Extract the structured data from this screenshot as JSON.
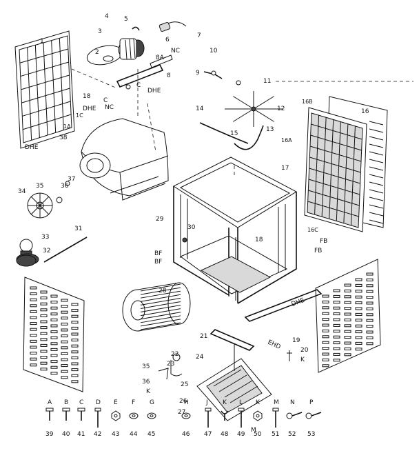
{
  "diagram": {
    "part_numbers": [
      "1",
      "1A",
      "1C",
      "2",
      "3",
      "4",
      "5",
      "6",
      "7",
      "8",
      "8A",
      "9",
      "10",
      "11",
      "12",
      "13",
      "14",
      "15",
      "16",
      "16A",
      "16B",
      "16C",
      "17",
      "18",
      "19",
      "20",
      "21",
      "22",
      "23",
      "24",
      "25",
      "26",
      "27",
      "28",
      "29",
      "30",
      "31",
      "32",
      "33",
      "34",
      "35",
      "36",
      "37",
      "38",
      "39",
      "40",
      "41",
      "42",
      "43",
      "44",
      "45",
      "46",
      "47",
      "48",
      "49",
      "50",
      "51",
      "52",
      "53"
    ],
    "hardware_letters": [
      "A",
      "B",
      "C",
      "D",
      "E",
      "F",
      "G",
      "H",
      "J",
      "K",
      "L",
      "M",
      "N",
      "P"
    ],
    "callouts": [
      "DHE",
      "NC",
      "D H E",
      "BF",
      "FB"
    ],
    "labels": {
      "p1": "1",
      "p1a": "1A",
      "p1c": "1C",
      "p2": "2",
      "p3": "3",
      "p4": "4",
      "p5": "5",
      "p6": "6",
      "p7": "7",
      "p8": "8",
      "p8a": "8A",
      "p9": "9",
      "p10": "10",
      "p11": "11",
      "p12": "12",
      "p13": "13",
      "p14": "14",
      "p15": "15",
      "p16": "16",
      "p16a": "16A",
      "p16b": "16B",
      "p16c": "16C",
      "p17": "17",
      "p18a": "18",
      "p18b": "18",
      "p19": "19",
      "p20": "20",
      "p21": "21",
      "p22": "22",
      "p23": "23",
      "p24": "24",
      "p25": "25",
      "p26": "26",
      "p27": "27",
      "p28": "28",
      "p29": "29",
      "p30": "30",
      "p31": "31",
      "p32": "32",
      "p33": "33",
      "p34": "34",
      "p35": "35",
      "p35b": "35",
      "p36": "36",
      "p36b": "36",
      "p37": "37",
      "p38": "38",
      "nc1": "NC",
      "nc2": "NC",
      "dhe1": "DHE",
      "dhe2": "DHE",
      "dhe3": "DHE",
      "dhe4": "DHE",
      "bf1": "BF",
      "bf2": "BF",
      "fb1": "FB",
      "fb2": "FB",
      "c1": "C",
      "c2": "C",
      "ehd": "EHD",
      "kk": "K",
      "k2": "K"
    },
    "hardware": [
      {
        "letter": "A",
        "number": "39"
      },
      {
        "letter": "B",
        "number": "40"
      },
      {
        "letter": "C",
        "number": "41"
      },
      {
        "letter": "D",
        "number": "42"
      },
      {
        "letter": "E",
        "number": "43"
      },
      {
        "letter": "F",
        "number": "44"
      },
      {
        "letter": "G",
        "number": "45"
      },
      {
        "letter": "H",
        "number": "46"
      },
      {
        "letter": "J",
        "number": "47"
      },
      {
        "letter": "K",
        "number": "48"
      },
      {
        "letter": "L",
        "number": "49"
      },
      {
        "letter": "K",
        "number": "50"
      },
      {
        "letter": "M",
        "number": "51"
      },
      {
        "letter": "N",
        "number": "52"
      },
      {
        "letter": "P",
        "number": "53"
      }
    ],
    "letter_under_tray": "M"
  }
}
